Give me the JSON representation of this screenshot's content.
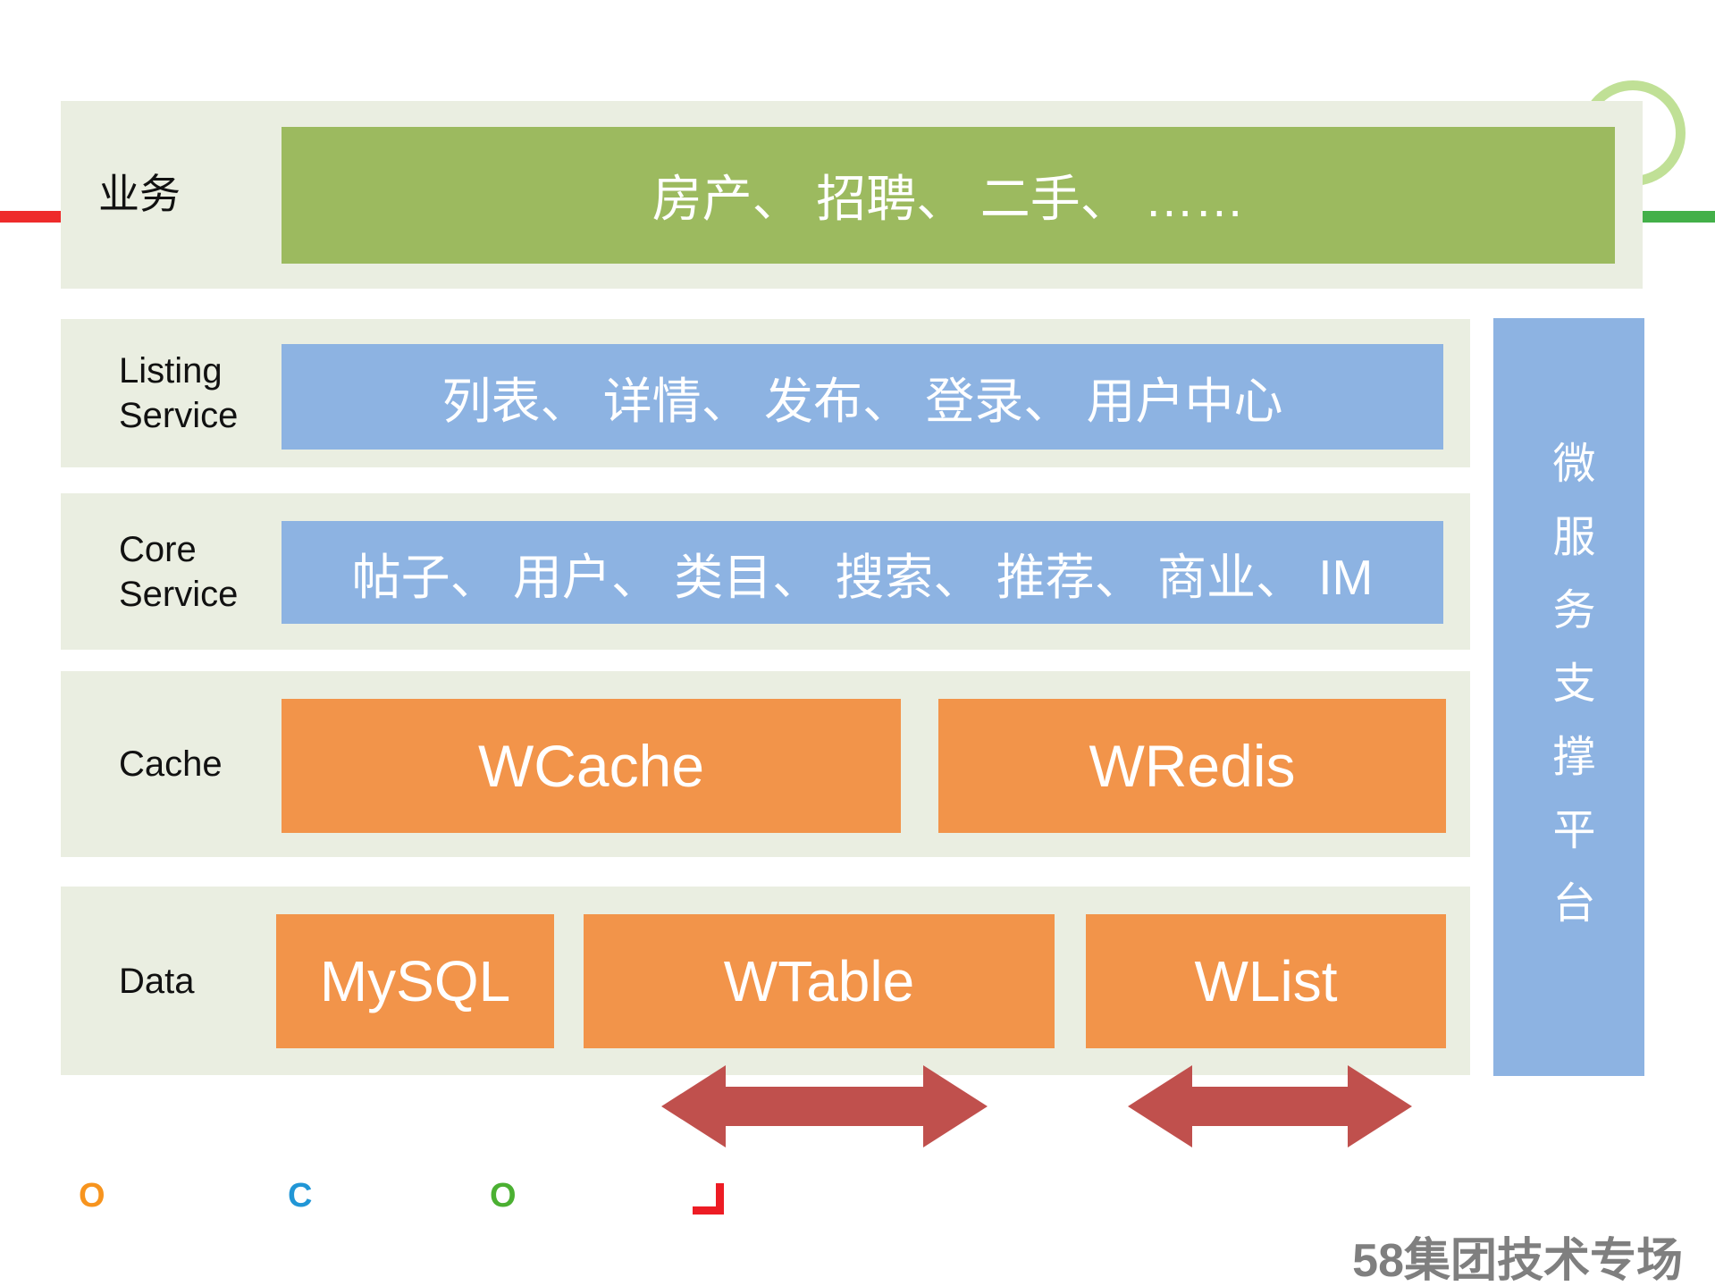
{
  "colors": {
    "panel_bg": "#EAEEE1",
    "green_bar": "#9CBA5F",
    "blue_bar": "#8DB3E2",
    "orange_box": "#F2944A",
    "arrow": "#C0504D",
    "left_edge_line": "#EE2B2B",
    "right_edge_line": "#43B049",
    "footer_text": "#7F7F7F"
  },
  "diagram": {
    "rows": {
      "business": {
        "label": "业务",
        "bar_text": "房产、 招聘、 二手、 ……"
      },
      "listing": {
        "label_top": "Listing",
        "label_bottom": "Service",
        "bar_text": "列表、 详情、 发布、 登录、 用户中心"
      },
      "core": {
        "label_top": "Core",
        "label_bottom": "Service",
        "bar_text": "帖子、 用户、 类目、 搜索、 推荐、 商业、 IM"
      },
      "cache": {
        "label": "Cache",
        "boxes": [
          "WCache",
          "WRedis"
        ]
      },
      "data": {
        "label": "Data",
        "boxes": [
          "MySQL",
          "WTable",
          "WList"
        ]
      }
    },
    "sidebar_text": "微服务支撑平台"
  },
  "footer": {
    "title": "58集团技术专场"
  },
  "logo_strip": {
    "glyph1": "O",
    "glyph2": "C",
    "glyph3": "O"
  }
}
